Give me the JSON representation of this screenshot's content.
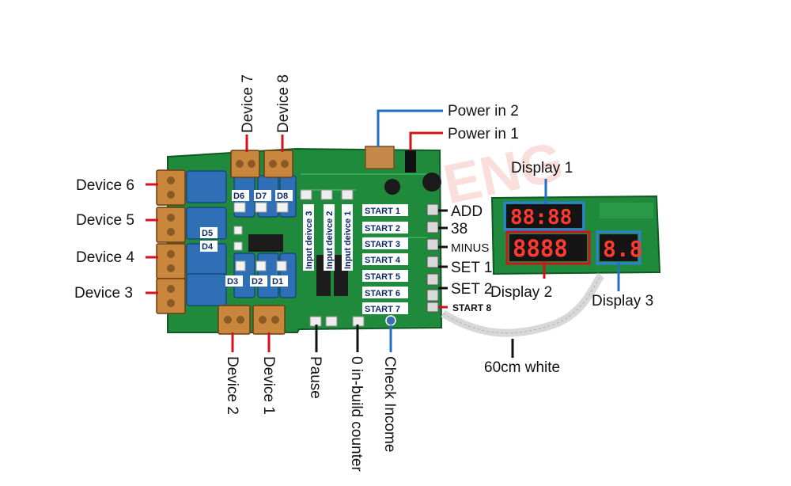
{
  "watermark": "ENG",
  "devices": {
    "d1": "Device 1",
    "d2": "Device 2",
    "d3": "Device 3",
    "d4": "Device 4",
    "d5": "Device 5",
    "d6": "Device 6",
    "d7": "Device 7",
    "d8": "Device 8"
  },
  "led_labels": [
    "D1",
    "D2",
    "D3",
    "D4",
    "D5",
    "D6",
    "D7",
    "D8"
  ],
  "inputs": [
    "Input deivce 3",
    "Input deivce 2",
    "Input deivce 1"
  ],
  "start_buttons": [
    "START 1",
    "START 2",
    "START 3",
    "START 4",
    "START 5",
    "START 6",
    "START 7"
  ],
  "start8": "START 8",
  "button_functions": [
    "ADD",
    "38",
    "MINUS",
    "SET 1",
    "SET 2"
  ],
  "power": {
    "in2": "Power in 2",
    "in1": "Power in 1"
  },
  "bottom": {
    "pause": "Pause",
    "counter": "0 in-build counter",
    "income": "Check Income"
  },
  "displays": {
    "d1": "Display 1",
    "d2": "Display 2",
    "d3": "Display 3"
  },
  "display_digits": {
    "d1": "88:88",
    "d2": "8888",
    "d3": "8.8"
  },
  "cable": "60cm white",
  "colors": {
    "pcb": "#1f8a3c",
    "callout_red": "#d2121c",
    "callout_blue": "#1f6fc4",
    "led_box": "#2f7fd6"
  }
}
